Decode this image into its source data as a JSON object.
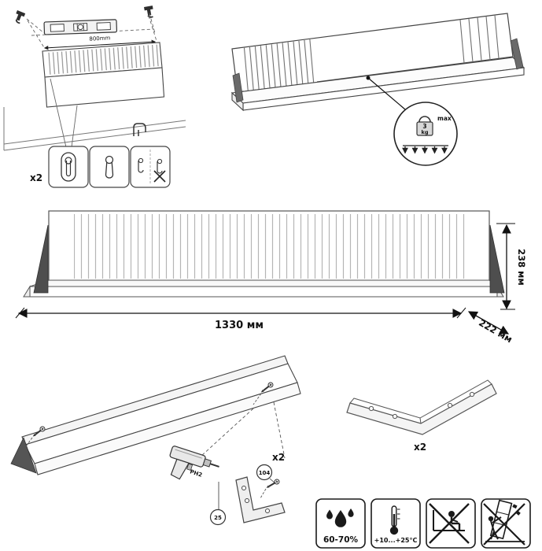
{
  "colors": {
    "line": "#333333",
    "dark_bracket": "#4e4e4e",
    "background": "#ffffff"
  },
  "mounting": {
    "dimension_label": "800mm",
    "hardware_quantity": "x2"
  },
  "load_limit": {
    "weight_value": "3",
    "weight_unit": "kg",
    "max_label": "max"
  },
  "dimensions": {
    "width": "1330 мм",
    "height": "238 мм",
    "depth": "222 мм"
  },
  "assembly_detail": {
    "quantity": "x2",
    "bit_label": "PH2",
    "screw_code": "104",
    "bit_code": "25"
  },
  "bracket_part": {
    "quantity": "x2"
  },
  "environment": {
    "humidity_range": "60-70%",
    "temperature_range": "+10...+25°C"
  },
  "icons": {
    "level": "spirit-level",
    "hooks": "wall-hook",
    "hanger": "keyhole-hanger",
    "slot": "keyhole-slot",
    "load": "weight-kettlebell",
    "tool": "electric-screwdriver",
    "humidity": "water-drops",
    "temperature": "thermometer",
    "prohibition_1": "no-sitting-on-shelf",
    "prohibition_2": "no-tipping-furniture"
  }
}
